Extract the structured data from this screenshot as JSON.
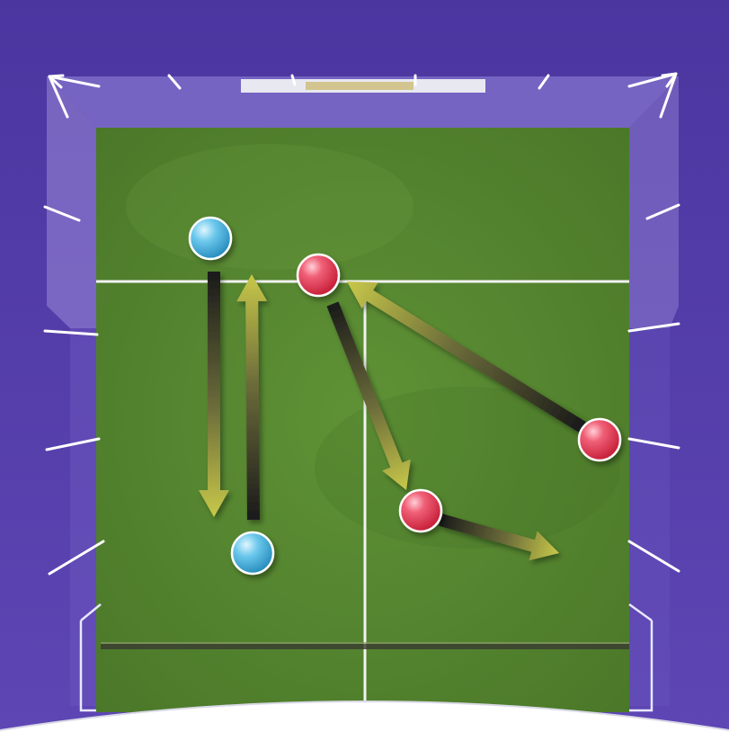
{
  "colors": {
    "walls": "#5a3fa8",
    "side_wall_panel": "#8f7fd0",
    "floor": "#5b8d34",
    "floor_dark": "#4d7a2a",
    "lines": "#f2f2f2",
    "arrow_tip": "#c8c84a",
    "arrow_tail": "#1a1a1a",
    "player_red": "#e8425a",
    "player_blue": "#52b8df",
    "foreground": "#ffffff"
  },
  "players": [
    {
      "team": "blue",
      "label": "blue-player-top"
    },
    {
      "team": "blue",
      "label": "blue-player-bottom"
    },
    {
      "team": "red",
      "label": "red-player-top"
    },
    {
      "team": "red",
      "label": "red-player-right"
    },
    {
      "team": "red",
      "label": "red-player-middle"
    }
  ],
  "movements": [
    {
      "from": "blue-player-top",
      "to": "blue-player-bottom",
      "label": "blue-drop-arrow"
    },
    {
      "from": "blue-player-bottom",
      "to": "blue-player-top",
      "label": "blue-return-arrow"
    },
    {
      "from": "red-player-top",
      "to": "red-player-middle",
      "label": "red-diagonal-arrow"
    },
    {
      "from": "red-player-right",
      "to": "red-player-top",
      "label": "red-cross-arrow"
    },
    {
      "from": "red-player-middle",
      "to": "red-exit",
      "label": "red-exit-arrow"
    }
  ],
  "court": {
    "has_short_line": true,
    "has_half_court_line": true,
    "has_tin": true,
    "has_service_boxes": true
  }
}
